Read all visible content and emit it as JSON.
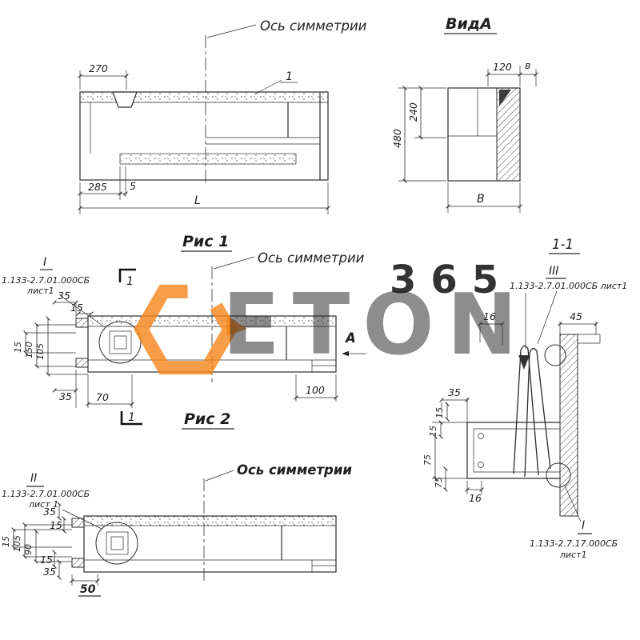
{
  "watermark": {
    "brand": "ETON",
    "number": "365"
  },
  "fig1": {
    "axis_label": "Ось симметрии",
    "caption": "Рис 1",
    "part_callout": "1",
    "dims": {
      "width_left": "270",
      "bottom_left": "285",
      "bottom_small": "5",
      "total_length": "L"
    }
  },
  "view_a": {
    "title": "ВидА",
    "dims": {
      "top_width": "120",
      "wall_thickness": "в",
      "height_total": "480",
      "height_upper": "240",
      "bottom_width": "B"
    }
  },
  "fig2": {
    "axis_label": "Ось симметрии",
    "caption": "Рис 2",
    "section_cut_top": "1",
    "section_cut_bottom": "1",
    "view_direction": "А",
    "detail": {
      "label": "I",
      "ref": "1.133-2.7.01.000СБ",
      "sheet": "лист1"
    },
    "dims": {
      "d35_top": "35",
      "d15_top": "15",
      "d15_left": "15",
      "d150_left": "150",
      "d105_left": "105",
      "d35_bottom": "35",
      "d70": "70",
      "d100": "100"
    }
  },
  "section_1_1": {
    "caption": "1-1",
    "detail_top": {
      "label": "III",
      "ref": "1.133-2.7.01.000СБ лист1"
    },
    "detail_bottom": {
      "label": "I",
      "ref": "1.133-2.7.17.000СБ",
      "sheet": "лист1"
    },
    "dims": {
      "d16_top": "16",
      "d45_top": "45",
      "d35": "35",
      "d15_a": "15",
      "d15_b": "15",
      "d75_a": "75",
      "d75_b": "75",
      "d16_bottom": "16"
    }
  },
  "fig3": {
    "axis_label": "Ось симметрии",
    "detail": {
      "label": "II",
      "ref": "1.133-2.7.01.000СБ",
      "sheet": "лист 1"
    },
    "dims": {
      "d35_top": "35",
      "d15_top": "15",
      "d15_left": "15",
      "d105_left": "105",
      "d90_left": "90",
      "d15_bottom": "15",
      "d35_bottom": "35",
      "d50": "50"
    }
  }
}
